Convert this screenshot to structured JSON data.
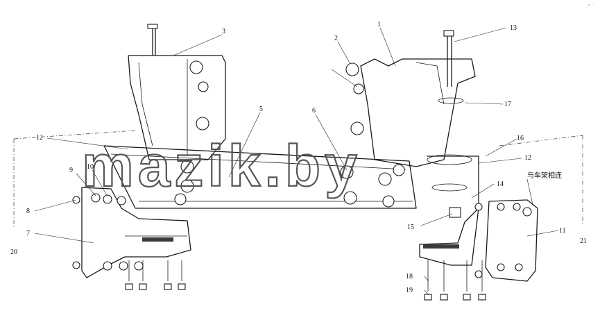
{
  "watermark": "mazik.by",
  "corner_mark": "p· ···",
  "callouts": [
    {
      "id": "1",
      "label": "1"
    },
    {
      "id": "2",
      "label": "2"
    },
    {
      "id": "3",
      "label": "3"
    },
    {
      "id": "5",
      "label": "5"
    },
    {
      "id": "6",
      "label": "6"
    },
    {
      "id": "7",
      "label": "7"
    },
    {
      "id": "8",
      "label": "8"
    },
    {
      "id": "9",
      "label": "9"
    },
    {
      "id": "10",
      "label": "10"
    },
    {
      "id": "11",
      "label": "11"
    },
    {
      "id": "12a",
      "label": "12"
    },
    {
      "id": "12b",
      "label": "12"
    },
    {
      "id": "13",
      "label": "13"
    },
    {
      "id": "14",
      "label": "14"
    },
    {
      "id": "15",
      "label": "15"
    },
    {
      "id": "16",
      "label": "16"
    },
    {
      "id": "17",
      "label": "17"
    },
    {
      "id": "18",
      "label": "18"
    },
    {
      "id": "19",
      "label": "19"
    },
    {
      "id": "20",
      "label": "20"
    },
    {
      "id": "21",
      "label": "21"
    }
  ],
  "frame_note": "与车架相连"
}
